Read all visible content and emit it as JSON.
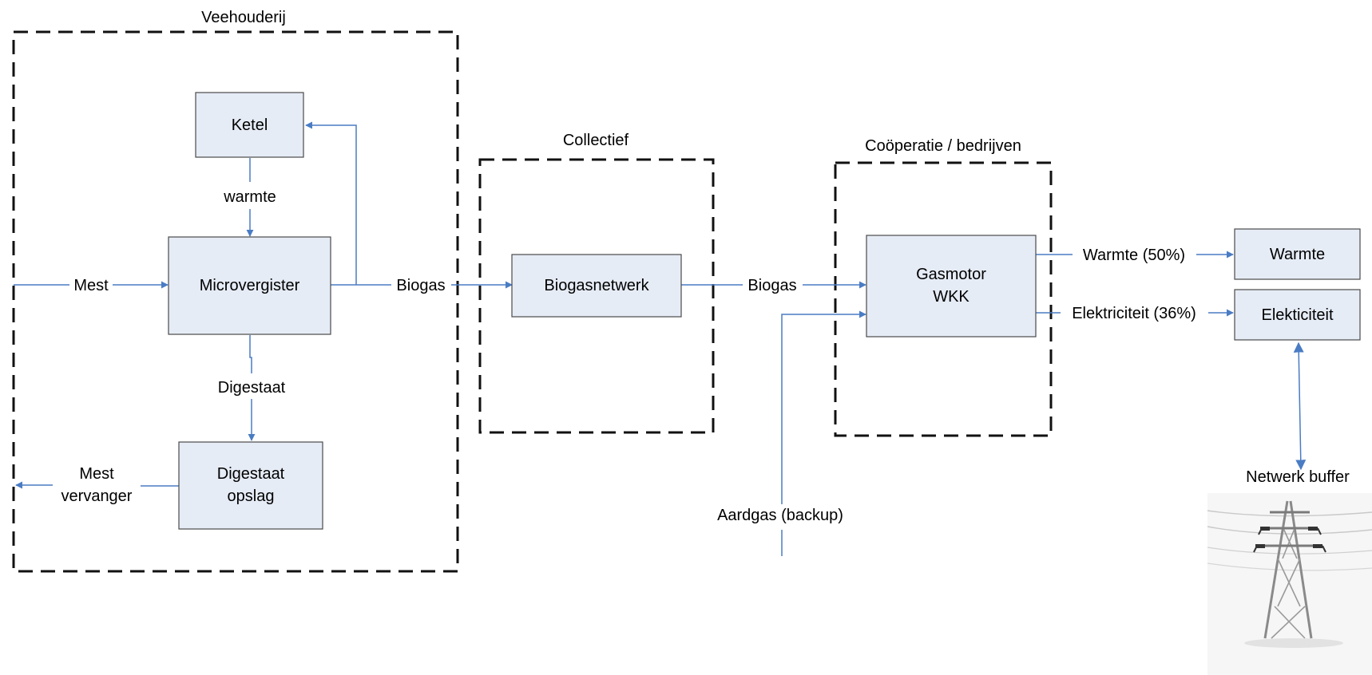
{
  "colors": {
    "node_fill": "#e6ecf6",
    "wire": "#4a7cc4",
    "group_border": "#111111"
  },
  "groups": {
    "veehouderij": "Veehouderij",
    "collectief": "Collectief",
    "cooperatie": "Coöperatie / bedrijven"
  },
  "nodes": {
    "ketel": "Ketel",
    "microvergister": "Microvergister",
    "digestaat_opslag": [
      "Digestaat",
      "opslag"
    ],
    "biogasnetwerk": "Biogasnetwerk",
    "gasmotor": [
      "Gasmotor",
      "WKK"
    ],
    "warmte": "Warmte",
    "elektriciteit": "Elekticiteit"
  },
  "flows": {
    "warmte": "warmte",
    "mest_in": "Mest",
    "biogas_1": "Biogas",
    "digestaat": "Digestaat",
    "mest_vervanger": [
      "Mest",
      "vervanger"
    ],
    "biogas_2": "Biogas",
    "aardgas": "Aardgas (backup)",
    "warmte_pct": "Warmte (50%)",
    "elektriciteit_pct": "Elektriciteit (36%)"
  },
  "network_buffer": {
    "label": "Netwerk buffer",
    "icon": "power-pylon-icon"
  }
}
